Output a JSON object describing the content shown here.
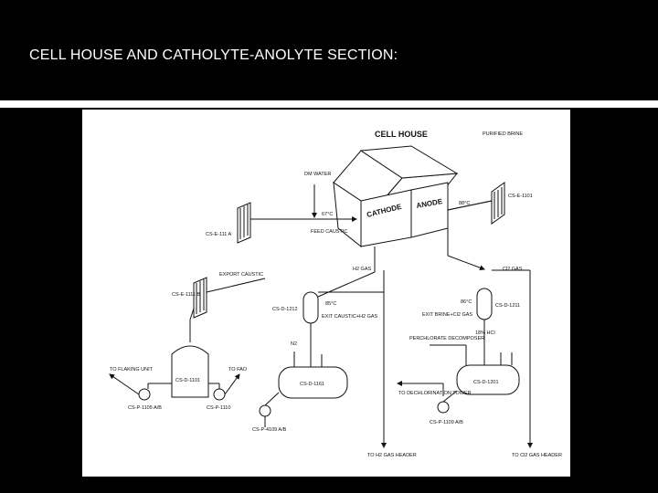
{
  "slide": {
    "title": "CELL HOUSE AND CATHOLYTE-ANOLYTE SECTION:"
  },
  "diagram": {
    "cell_house": "CELL HOUSE",
    "cathode": "CATHODE",
    "anode": "ANODE",
    "purified_brine": "PURIFIED BRINE",
    "dm_water": "DM WATER",
    "temp_67": "67°C",
    "temp_88": "88°C",
    "feed_caustic": "FEED CAUSTIC",
    "cs_e_1101": "CS-E-1101",
    "cs_e_1111a": "CS-E-111 A",
    "cs_e_1111b": "CS-E-1111 B",
    "export_caustic": "EXPORT CAUSTIC",
    "h2_gas": "H2 GAS",
    "cl2_gas": "Cl2 GAS",
    "cs_d_1212": "CS-D-1212",
    "cs_d_1211": "CS-D-1211",
    "temp_85": "85°C",
    "temp_86": "86°C",
    "exit_caustic": "EXIT CAUSTIC+H2 GAS",
    "exit_brine": "EXIT BRINE+Cl2 GAS",
    "hcl_18": "18% HCl",
    "perchlorate": "PERCHLORATE DECOMPOSER",
    "n2": "N2",
    "cs_d_1101": "CS-D-1101",
    "cs_d_1161": "CS-D-1161",
    "cs_d_1201": "CS-D-1201",
    "to_flaking": "TO FLAKING UNIT",
    "to_fao": "TO FAO",
    "cs_p_1105": "CS-P-1105 A/B",
    "cs_p_1110": "CS-P-1110",
    "cs_p_4109": "CS-P-4109 A/B",
    "to_dechlorination": "TO DECHLORINATION TOWER",
    "cs_p_1109": "CS-P-1109 A/B",
    "to_h2_header": "TO H2 GAS HEADER",
    "to_cl2_header": "TO Cl2 GAS HEADER"
  }
}
